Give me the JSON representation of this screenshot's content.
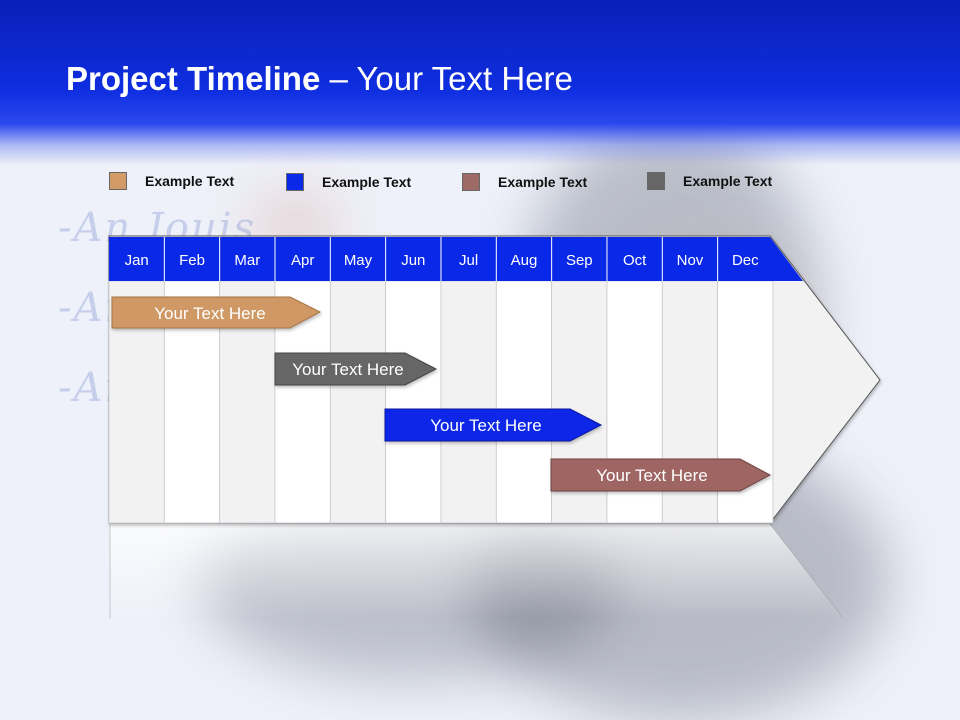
{
  "title": {
    "bold": "Project Timeline",
    "rest": " – Your Text Here"
  },
  "legend": [
    {
      "label": "Example Text",
      "color": "#d39b67"
    },
    {
      "label": "Example Text",
      "color": "#0a28e8"
    },
    {
      "label": "Example Text",
      "color": "#9e6a66"
    },
    {
      "label": "Example Text",
      "color": "#666666"
    }
  ],
  "months": [
    "Jan",
    "Feb",
    "Mar",
    "Apr",
    "May",
    "Jun",
    "Jul",
    "Aug",
    "Sep",
    "Oct",
    "Nov",
    "Dec"
  ],
  "tasks": [
    {
      "label": "Your  Text Here",
      "color": "#cf9865"
    },
    {
      "label": "Your  Text Here",
      "color": "#666666"
    },
    {
      "label": "Your  Text Here",
      "color": "#0a28e8"
    },
    {
      "label": "Your  Text Here",
      "color": "#9e6563"
    }
  ],
  "colors": {
    "header": "#0f2ee0",
    "month_bar": "#0a28e8"
  }
}
